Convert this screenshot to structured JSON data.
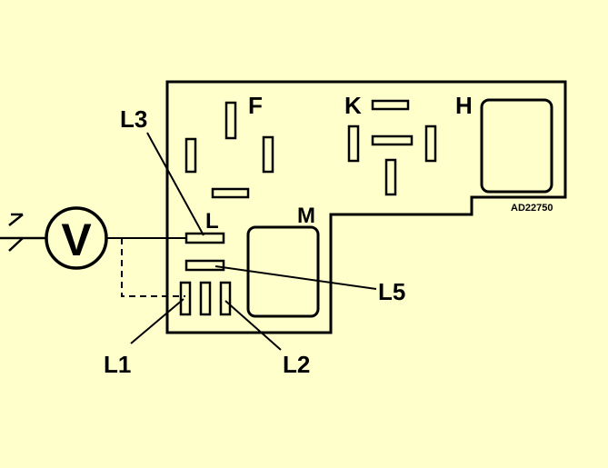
{
  "labels": {
    "F": "F",
    "K": "K",
    "H": "H",
    "M": "M",
    "L": "L",
    "L1": "L1",
    "L2": "L2",
    "L3": "L3",
    "L5": "L5",
    "meter": "V",
    "code": "AD22750"
  },
  "colors": {
    "background": "#ffffcc",
    "ink": "#000000"
  }
}
